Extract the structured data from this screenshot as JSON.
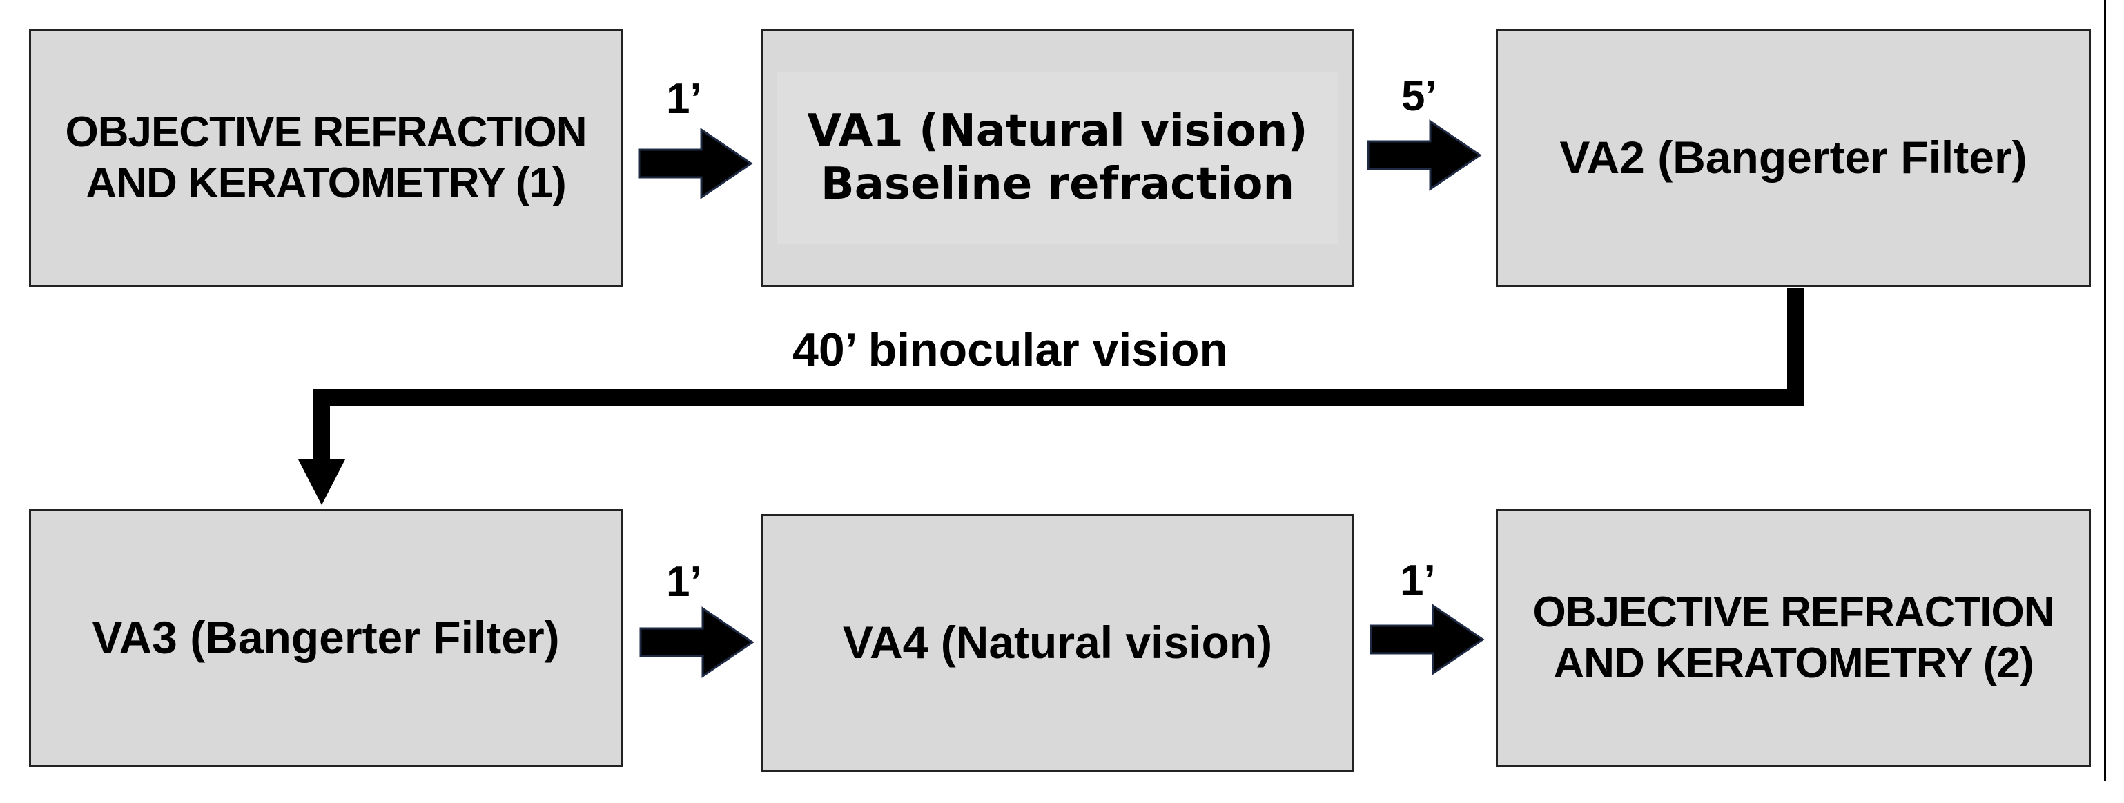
{
  "boxes": {
    "objective_refraction_1": {
      "line1": "OBJECTIVE REFRACTION",
      "line2": "AND KERATOMETRY (1)"
    },
    "va1": {
      "line1": "VA1 (Natural vision)",
      "line2": "Baseline refraction"
    },
    "va2": {
      "line1": "VA2 (Bangerter Filter)"
    },
    "va3": {
      "line1": "VA3 (Bangerter Filter)"
    },
    "va4": {
      "line1": "VA4 (Natural vision)"
    },
    "objective_refraction_2": {
      "line1": "OBJECTIVE REFRACTION",
      "line2": "AND KERATOMETRY (2)"
    }
  },
  "arrows": {
    "a1": "1’",
    "a2": "5’",
    "a4": "1’",
    "a5": "1’"
  },
  "connector": {
    "label": "40’ binocular vision"
  },
  "colors": {
    "box_fill": "#d9d9d9",
    "box_border": "#222222",
    "arrow": "#000000",
    "text": "#000000"
  }
}
